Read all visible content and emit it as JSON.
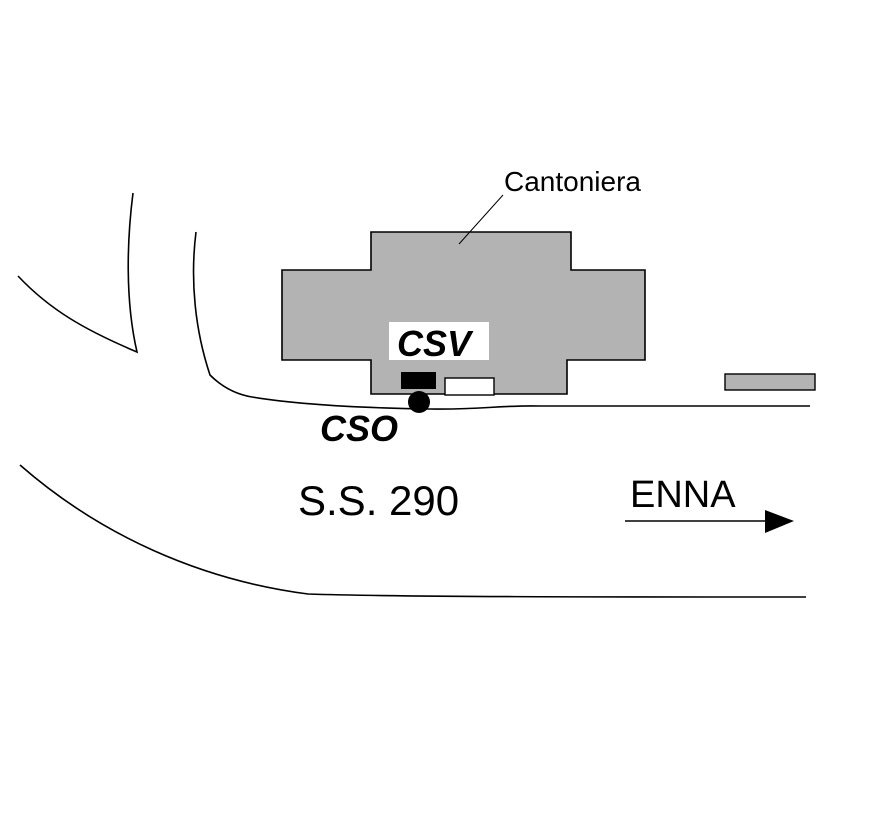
{
  "building_label": "Cantoniera",
  "station_csv": "CSV",
  "station_cso": "CSO",
  "road_name": "S.S. 290",
  "direction": "ENNA",
  "colors": {
    "building_fill": "#b3b3b3",
    "outline": "#000000",
    "background": "#ffffff",
    "marker": "#000000"
  }
}
